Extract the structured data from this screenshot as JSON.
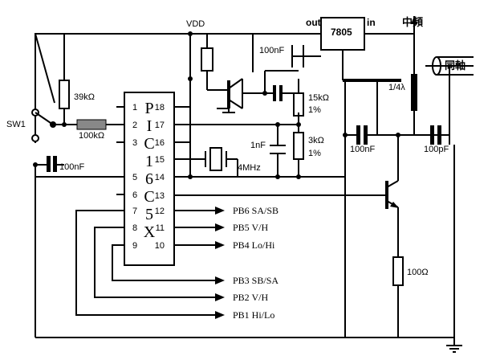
{
  "labels": {
    "vdd": "VDD",
    "out": "out",
    "in": "in",
    "regulator": "7805",
    "mid_freq": "中頻",
    "coax": "同軸",
    "antenna": "1/4λ",
    "sw1": "SW1",
    "r_39k": "39kΩ",
    "r_100k": "100kΩ",
    "c_100nf_left": "100nF",
    "c_100nf_top": "100nF",
    "r_15k": "15kΩ",
    "r_15k_tol": "1%",
    "r_3k": "3kΩ",
    "r_3k_tol": "1%",
    "c_1nf": "1nF",
    "crystal": "4MHz",
    "c_100nf_right": "100nF",
    "c_100pf": "100pF",
    "r_100": "100Ω"
  },
  "chip": {
    "name_chars": [
      "P",
      "I",
      "C",
      "1",
      "6",
      "C",
      "5",
      "X"
    ],
    "left_pins": [
      "1",
      "2",
      "3",
      "5",
      "6",
      "7",
      "8",
      "9"
    ],
    "right_pins": [
      "18",
      "17",
      "16",
      "15",
      "14",
      "13",
      "12",
      "11",
      "10"
    ]
  },
  "outputs": [
    {
      "label": "PB6 SA/SB"
    },
    {
      "label": "PB5  V/H"
    },
    {
      "label": "PB4 Lo/Hi"
    },
    {
      "label": "PB3 SB/SA"
    },
    {
      "label": "PB2  V/H"
    },
    {
      "label": "PB1 Hi/Lo"
    }
  ]
}
